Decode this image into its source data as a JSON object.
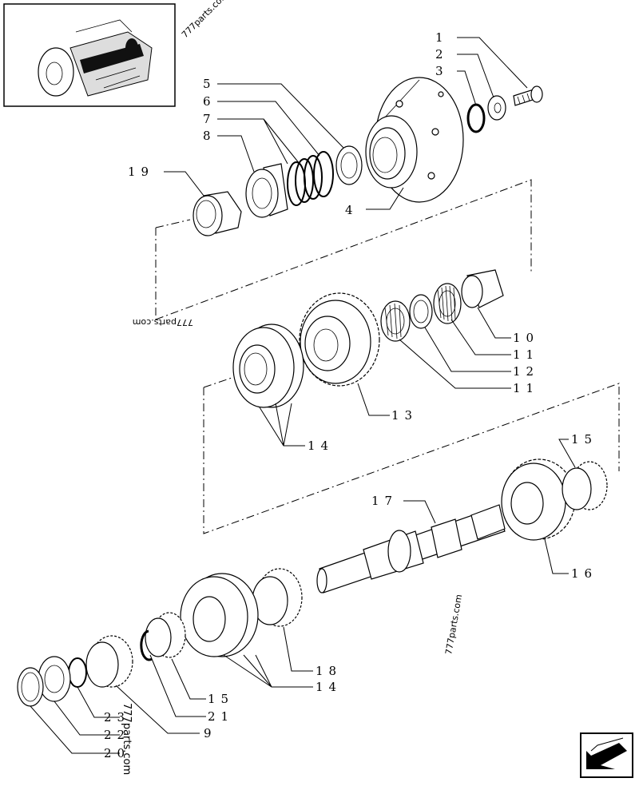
{
  "callouts": [
    "1",
    "2",
    "3",
    "4",
    "5",
    "6",
    "7",
    "8",
    "19",
    "10",
    "11",
    "12",
    "11",
    "13",
    "14",
    "15",
    "17",
    "16",
    "18",
    "14",
    "15",
    "21",
    "9",
    "23",
    "22",
    "20"
  ],
  "watermarks": [
    "777parts.com",
    "777parts.com",
    "777parts.com",
    "777parts.com"
  ],
  "nav_icon": "arrow-icon",
  "thumbnail_icon": "tractor-transmission-thumbnail"
}
